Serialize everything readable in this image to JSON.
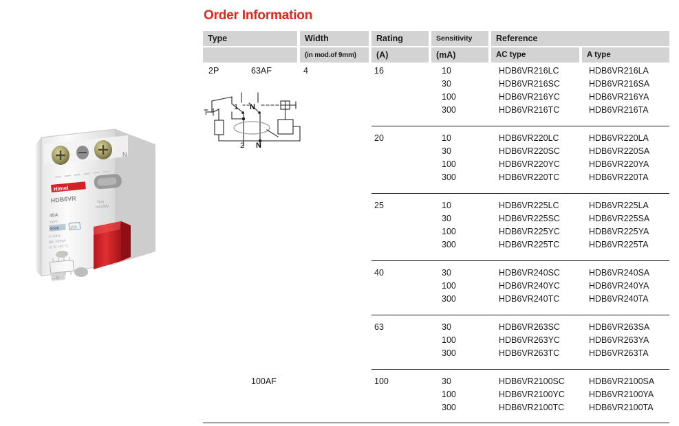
{
  "page": {
    "title": "Order Information",
    "title_color": "#e1261c"
  },
  "product": {
    "image_name": "rccb-hdb6vr-photo",
    "brand_label": "Himel",
    "model_label": "HDB6VR",
    "rating_label": "40A",
    "toggle_color": "#d62128"
  },
  "diagram": {
    "name": "rccb-wiring-schematic",
    "labels": {
      "test": "T",
      "line1": "1",
      "lineN_top": "N",
      "line2": "2",
      "lineN_bottom": "N"
    }
  },
  "table": {
    "headers": {
      "type": "Type",
      "width": "Width",
      "width_sub": "(in mod.of 9mm)",
      "rating": "Rating",
      "rating_sub": "(A)",
      "sensitivity": "Sensitivity",
      "sensitivity_sub": "(mA)",
      "reference": "Reference",
      "ac_type": "AC type",
      "a_type": "A type"
    },
    "type_poles": "2P",
    "frame_63": "63AF",
    "frame_100": "100AF",
    "width_value": "4",
    "groups": [
      {
        "rating": "16",
        "rows": [
          {
            "sensitivity": "10",
            "ac_type": "HDB6VR216LC",
            "a_type": "HDB6VR216LA"
          },
          {
            "sensitivity": "30",
            "ac_type": "HDB6VR216SC",
            "a_type": "HDB6VR216SA"
          },
          {
            "sensitivity": "100",
            "ac_type": "HDB6VR216YC",
            "a_type": "HDB6VR216YA"
          },
          {
            "sensitivity": "300",
            "ac_type": "HDB6VR216TC",
            "a_type": "HDB6VR216TA"
          }
        ]
      },
      {
        "rating": "20",
        "rows": [
          {
            "sensitivity": "10",
            "ac_type": "HDB6VR220LC",
            "a_type": "HDB6VR220LA"
          },
          {
            "sensitivity": "30",
            "ac_type": "HDB6VR220SC",
            "a_type": "HDB6VR220SA"
          },
          {
            "sensitivity": "100",
            "ac_type": "HDB6VR220YC",
            "a_type": "HDB6VR220YA"
          },
          {
            "sensitivity": "300",
            "ac_type": "HDB6VR220TC",
            "a_type": "HDB6VR220TA"
          }
        ]
      },
      {
        "rating": "25",
        "rows": [
          {
            "sensitivity": "10",
            "ac_type": "HDB6VR225LC",
            "a_type": "HDB6VR225LA"
          },
          {
            "sensitivity": "30",
            "ac_type": "HDB6VR225SC",
            "a_type": "HDB6VR225SA"
          },
          {
            "sensitivity": "100",
            "ac_type": "HDB6VR225YC",
            "a_type": "HDB6VR225YA"
          },
          {
            "sensitivity": "300",
            "ac_type": "HDB6VR225TC",
            "a_type": "HDB6VR225TA"
          }
        ]
      },
      {
        "rating": "40",
        "rows": [
          {
            "sensitivity": "30",
            "ac_type": "HDB6VR240SC",
            "a_type": "HDB6VR240SA"
          },
          {
            "sensitivity": "100",
            "ac_type": "HDB6VR240YC",
            "a_type": "HDB6VR240YA"
          },
          {
            "sensitivity": "300",
            "ac_type": "HDB6VR240TC",
            "a_type": "HDB6VR240TA"
          }
        ]
      },
      {
        "rating": "63",
        "rows": [
          {
            "sensitivity": "30",
            "ac_type": "HDB6VR263SC",
            "a_type": "HDB6VR263SA"
          },
          {
            "sensitivity": "100",
            "ac_type": "HDB6VR263YC",
            "a_type": "HDB6VR263YA"
          },
          {
            "sensitivity": "300",
            "ac_type": "HDB6VR263TC",
            "a_type": "HDB6VR263TA"
          }
        ]
      },
      {
        "rating": "100",
        "rows": [
          {
            "sensitivity": "30",
            "ac_type": "HDB6VR2100SC",
            "a_type": "HDB6VR2100SA"
          },
          {
            "sensitivity": "100",
            "ac_type": "HDB6VR2100YC",
            "a_type": "HDB6VR2100YA"
          },
          {
            "sensitivity": "300",
            "ac_type": "HDB6VR2100TC",
            "a_type": "HDB6VR2100TA"
          }
        ]
      }
    ]
  }
}
